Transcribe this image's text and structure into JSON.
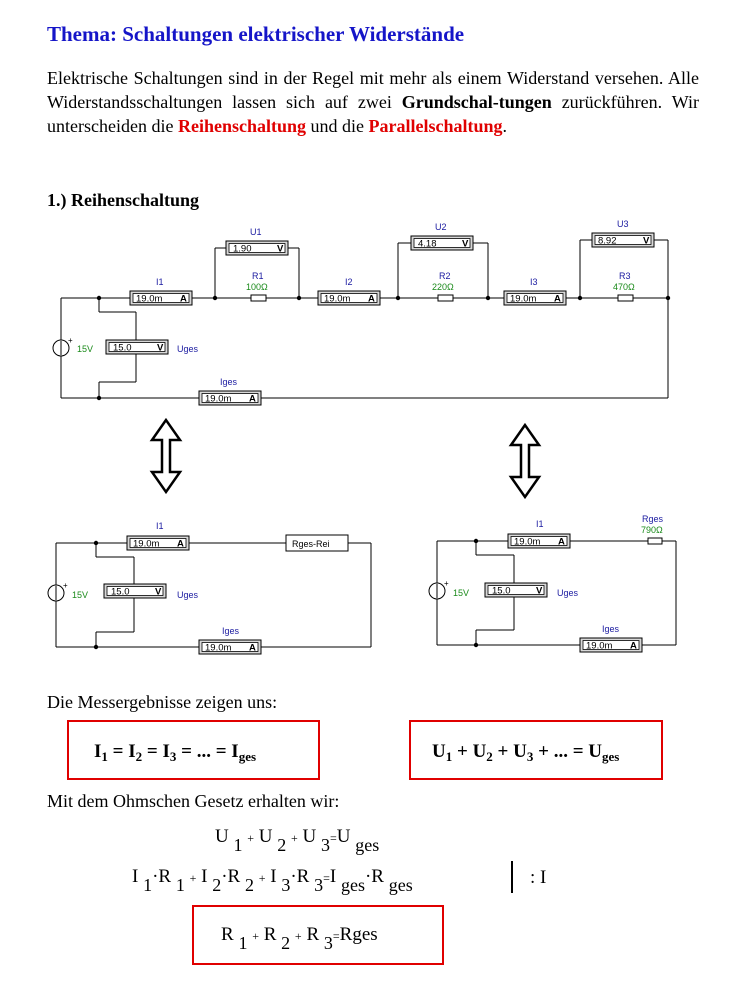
{
  "title": "Thema: Schaltungen elektrischer Widerstände",
  "intro": {
    "part1": "Elektrische Schaltungen sind in der Regel mit mehr als einem Widerstand versehen. Alle Widerstandsschaltungen lassen sich auf zwei ",
    "bold1": "Grundschal-tungen",
    "part2": " zurückführen. Wir unterscheiden die ",
    "red1": "Reihenschaltung",
    "part3": " und die ",
    "red2": "Parallelschaltung",
    "part4": "."
  },
  "section_heading": "1.) Reihenschaltung",
  "circuit_top": {
    "voltmeters": [
      {
        "label": "U1",
        "value": "1.90",
        "unit": "V"
      },
      {
        "label": "U2",
        "value": "4.18",
        "unit": "V"
      },
      {
        "label": "U3",
        "value": "8.92",
        "unit": "V"
      }
    ],
    "ammeters": [
      {
        "label": "I1",
        "value": "19.0m",
        "unit": "A"
      },
      {
        "label": "I2",
        "value": "19.0m",
        "unit": "A"
      },
      {
        "label": "I3",
        "value": "19.0m",
        "unit": "A"
      }
    ],
    "resistors": [
      {
        "label": "R1",
        "value": "100Ω"
      },
      {
        "label": "R2",
        "value": "220Ω"
      },
      {
        "label": "R3",
        "value": "470Ω"
      }
    ],
    "source": "15V",
    "uges_label": "Uges",
    "uges_value": "15.0",
    "uges_unit": "V",
    "iges_label": "Iges",
    "iges_value": "19.0m",
    "iges_unit": "A"
  },
  "circuit_left": {
    "i1_label": "I1",
    "i1_value": "19.0m",
    "i1_unit": "A",
    "resistor_label": "Rges-Rei",
    "source": "15V",
    "uges_label": "Uges",
    "uges_value": "15.0",
    "uges_unit": "V",
    "iges_label": "Iges",
    "iges_value": "19.0m",
    "iges_unit": "A"
  },
  "circuit_right": {
    "i1_label": "I1",
    "i1_value": "19.0m",
    "i1_unit": "A",
    "resistor_label": "Rges",
    "resistor_value": "790Ω",
    "source": "15V",
    "uges_label": "Uges",
    "uges_value": "15.0",
    "uges_unit": "V",
    "iges_label": "Iges",
    "iges_value": "19.0m",
    "iges_unit": "A"
  },
  "results_heading": "Die Messergebnisse zeigen uns:",
  "box1": {
    "I": "I",
    "s1": "1",
    "s2": "2",
    "s3": "3",
    "eq": " = ",
    "dots": "... = ",
    "sges": "ges"
  },
  "box2": {
    "U": "U",
    "s1": "1",
    "s2": "2",
    "s3": "3",
    "plus": " + ",
    "dots": "... = ",
    "sges": "ges"
  },
  "ohm_heading": "Mit dem Ohmschen Gesetz erhalten wir:",
  "eq1": {
    "U": "U",
    "s1": "1",
    "s2": "2",
    "s3": "3",
    "plus": "+",
    "equals": "=",
    "sges": "ges"
  },
  "eq2": {
    "I": "I",
    "R": "R",
    "dot": "·",
    "s1": "1",
    "s2": "2",
    "s3": "3",
    "plus": "+",
    "equals": "=",
    "sges": "ges",
    "divider": ": I"
  },
  "eq3": {
    "R": "R",
    "s1": "1",
    "s2": "2",
    "s3": "3",
    "plus": "+",
    "equals": "=",
    "rges": "Rges"
  }
}
